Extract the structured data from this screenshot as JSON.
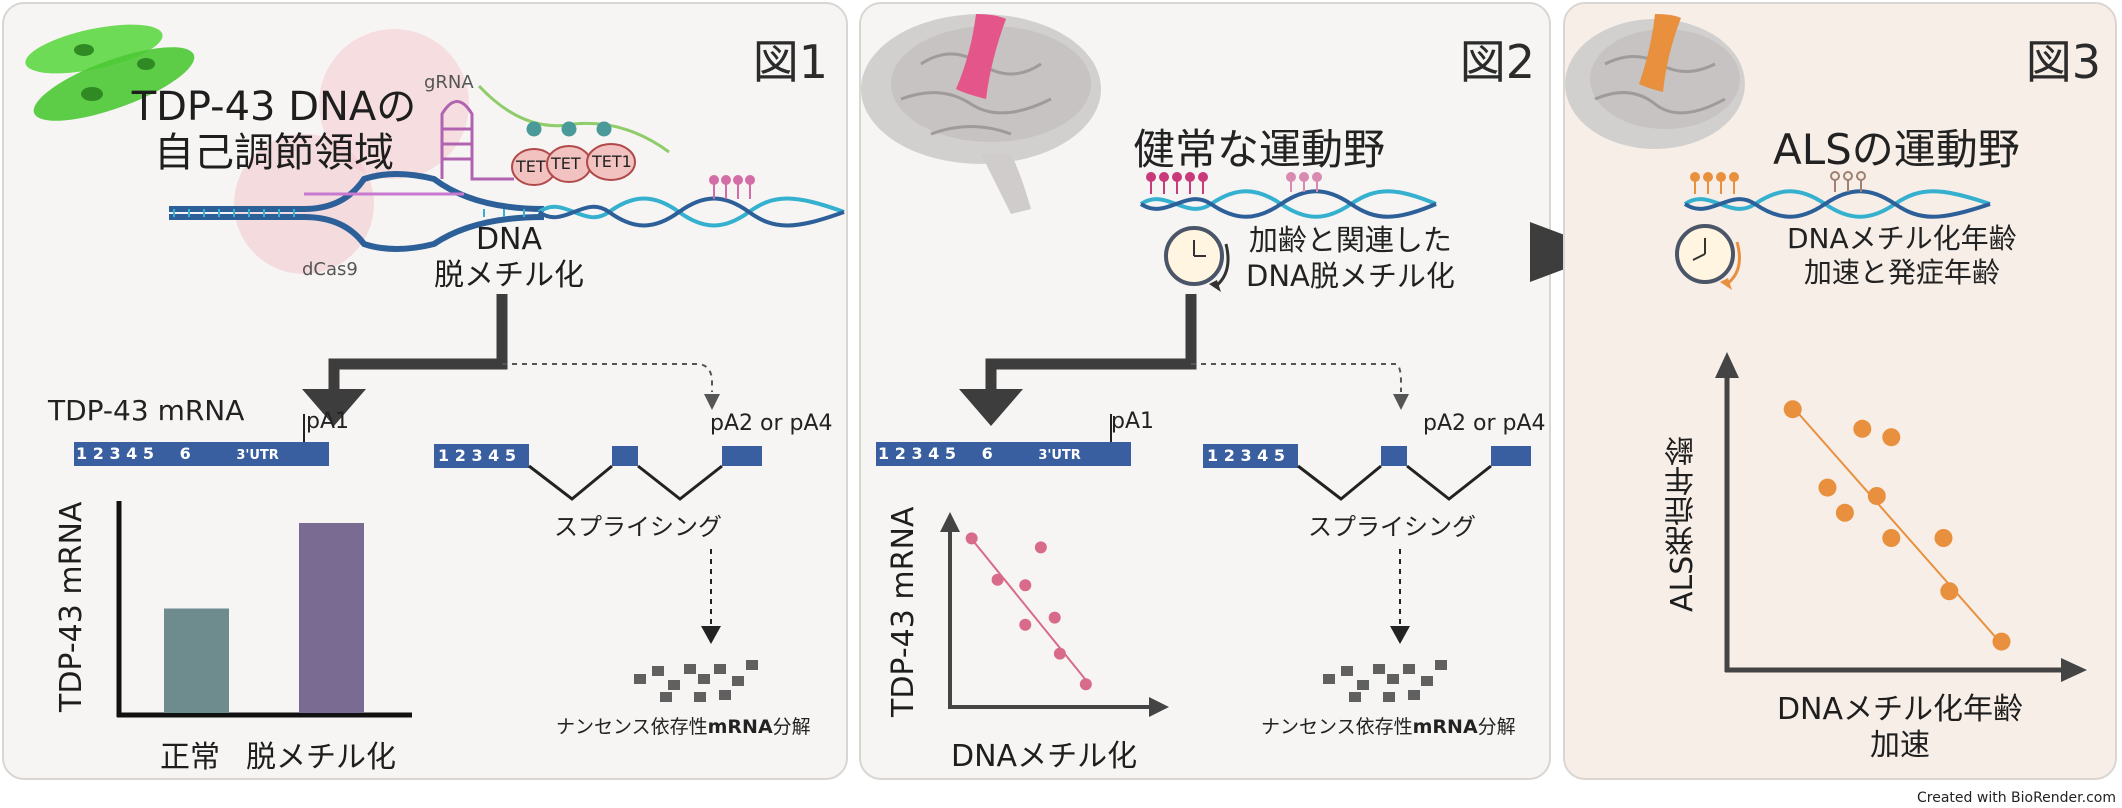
{
  "fig1": {
    "label": "図1",
    "title_line1": "TDP-43 DNAの",
    "title_line2": "自己調節領域",
    "grna": "gRNA",
    "dcas9": "dCas9",
    "tet_labels": [
      "TET",
      "TET",
      "TET1"
    ],
    "demeth_line1": "DNA",
    "demeth_line2": "脱メチル化",
    "mrna_label": "TDP-43 mRNA",
    "pa1": "pA1",
    "pa2": "pA2 or pA4",
    "exons": [
      "1",
      "2",
      "3",
      "4",
      "5",
      "6",
      "3'UTR"
    ],
    "exons_short": [
      "1",
      "2",
      "3",
      "4",
      "5"
    ],
    "splicing": "スプライシング",
    "nmd_prefix": "ナンセンス依存性",
    "nmd_bold": "mRNA",
    "nmd_suffix": "分解",
    "yaxis": "TDP-43 mRNA",
    "chart_data": {
      "type": "bar",
      "categories": [
        "正常",
        "脱メチル化"
      ],
      "values": [
        0.55,
        1.0
      ],
      "colors": [
        "#6e8c8e",
        "#7a6b93"
      ],
      "ylabel": "TDP-43 mRNA",
      "xlabel": ""
    }
  },
  "fig2": {
    "label": "図2",
    "title": "健常な運動野",
    "clock_line1": "加齢と関連した",
    "clock_line2": "DNA脱メチル化",
    "pa1": "pA1",
    "pa2": "pA2 or pA4",
    "exons": [
      "1",
      "2",
      "3",
      "4",
      "5",
      "6",
      "3'UTR"
    ],
    "exons_short": [
      "1",
      "2",
      "3",
      "4",
      "5"
    ],
    "splicing": "スプライシング",
    "nmd_prefix": "ナンセンス依存性",
    "nmd_bold": "mRNA",
    "nmd_suffix": "分解",
    "yaxis": "TDP-43 mRNA",
    "xaxis": "DNAメチル化",
    "chart_data": {
      "type": "scatter",
      "xlabel": "DNAメチル化",
      "ylabel": "TDP-43 mRNA",
      "xlim": [
        0,
        10
      ],
      "ylim": [
        0,
        10
      ],
      "points": [
        [
          0.5,
          9.2
        ],
        [
          2.0,
          6.9
        ],
        [
          4.5,
          8.7
        ],
        [
          3.6,
          6.6
        ],
        [
          3.6,
          4.4
        ],
        [
          5.3,
          4.8
        ],
        [
          5.6,
          2.8
        ],
        [
          7.1,
          1.1
        ]
      ],
      "trend": [
        [
          0.3,
          9.4
        ],
        [
          7.3,
          1.1
        ]
      ],
      "color": "#d96b8a"
    }
  },
  "fig3": {
    "label": "図3",
    "title": "ALSの運動野",
    "clock_line1": "DNAメチル化年齢",
    "clock_line2": "加速と発症年齢",
    "yaxis": "ALS発症年齢",
    "xaxis_line1": "DNAメチル化年齢",
    "xaxis_line2": "加速",
    "chart_data": {
      "type": "scatter",
      "xlabel": "DNAメチル化年齢 加速",
      "ylabel": "ALS発症年齢",
      "xlim": [
        0,
        10
      ],
      "ylim": [
        0,
        10
      ],
      "points": [
        [
          1.3,
          9.1
        ],
        [
          3.7,
          8.4
        ],
        [
          4.7,
          8.1
        ],
        [
          2.5,
          6.3
        ],
        [
          4.2,
          6.0
        ],
        [
          3.1,
          5.4
        ],
        [
          4.7,
          4.5
        ],
        [
          6.5,
          4.5
        ],
        [
          6.7,
          2.6
        ],
        [
          8.5,
          0.8
        ]
      ],
      "trend": [
        [
          1.2,
          9.3
        ],
        [
          8.6,
          0.6
        ]
      ],
      "color": "#e8903e"
    }
  },
  "credit": "Created with BioRender.com",
  "colors": {
    "dna_dark": "#2d5f99",
    "dna_light": "#35b1cf",
    "exon": "#3a5fa0",
    "methyl_pink": "#c93a7a",
    "methyl_orange": "#e8903e",
    "arrow": "#3d3d3d"
  }
}
